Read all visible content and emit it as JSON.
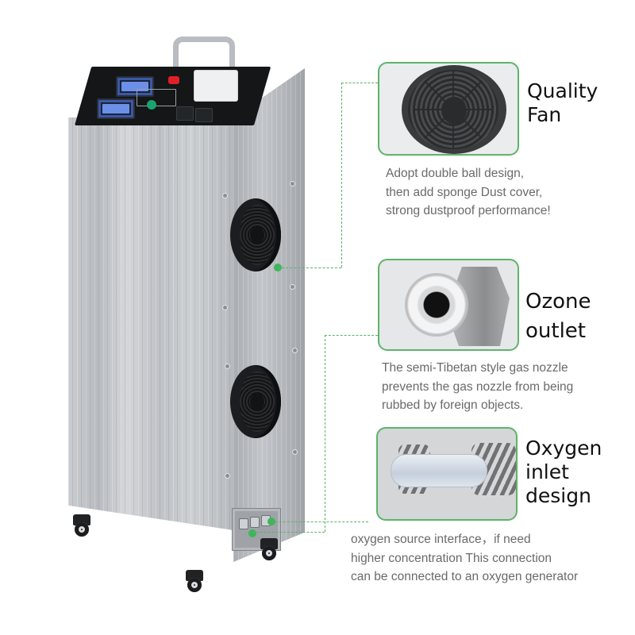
{
  "product": {
    "name": "ozone-generator",
    "front_fans": 2,
    "casters": 4
  },
  "callouts": [
    {
      "id": "quality-fan",
      "title_lines": [
        "Quality",
        "Fan"
      ],
      "description_lines": [
        "Adopt double ball design,",
        "then add sponge Dust cover,",
        "strong dustproof performance!"
      ]
    },
    {
      "id": "ozone-outlet",
      "title_lines": [
        "Ozone",
        "outlet"
      ],
      "description_lines": [
        "The semi-Tibetan style gas nozzle",
        "prevents the gas nozzle from being",
        "rubbed by foreign objects."
      ]
    },
    {
      "id": "oxygen-inlet",
      "title_lines": [
        "Oxygen",
        "inlet",
        "design"
      ],
      "description_lines": [
        "oxygen source interface，if need",
        "higher concentration This connection",
        "can be connected to an oxygen generator"
      ]
    }
  ],
  "colors": {
    "accent_green": "#5eb36b",
    "dot_green": "#3fb55a",
    "title_text": "#111111",
    "description_text": "#6a6a6a"
  }
}
